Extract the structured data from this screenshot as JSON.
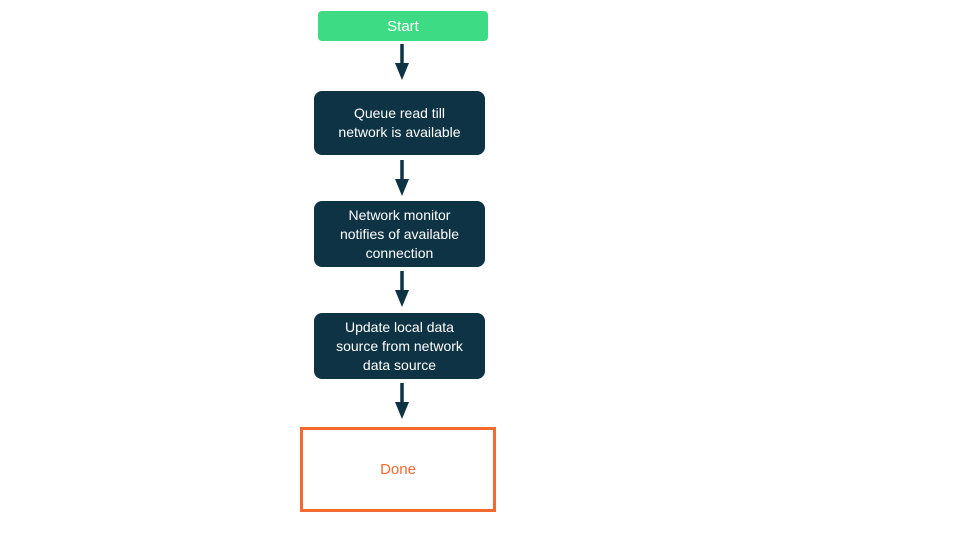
{
  "flowchart": {
    "nodes": [
      {
        "id": "start",
        "type": "start",
        "label": "Start"
      },
      {
        "id": "queue-read",
        "type": "process",
        "label": "Queue read till\nnetwork is available"
      },
      {
        "id": "network-monitor",
        "type": "process",
        "label": "Network monitor\nnotifies of available\nconnection"
      },
      {
        "id": "update-local",
        "type": "process",
        "label": "Update local data\nsource from network\ndata source"
      },
      {
        "id": "done",
        "type": "terminal",
        "label": "Done"
      }
    ],
    "connections": [
      {
        "from": "start",
        "to": "queue-read"
      },
      {
        "from": "queue-read",
        "to": "network-monitor"
      },
      {
        "from": "network-monitor",
        "to": "update-local"
      },
      {
        "from": "update-local",
        "to": "done"
      }
    ],
    "colors": {
      "background": "#ffffff",
      "start_bg": "#3ddc84",
      "start_text": "#ffffff",
      "process_bg": "#0e3345",
      "process_text": "#ffffff",
      "done_border": "#f4692f",
      "done_text": "#f4692f",
      "arrow": "#0e3345"
    }
  }
}
